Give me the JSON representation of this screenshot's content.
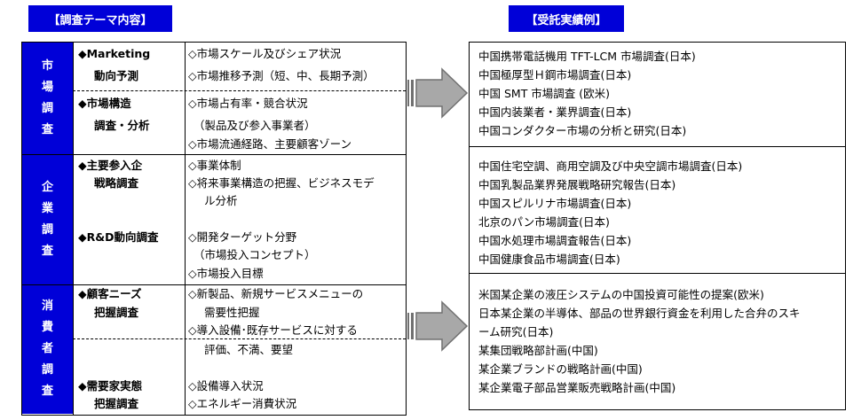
{
  "headers": {
    "left": "【調査テーマ内容】",
    "right": "【受託実績例】"
  },
  "categories": [
    {
      "chars": [
        "市",
        "場",
        "調",
        "査"
      ]
    },
    {
      "chars": [
        "企",
        "業",
        "調",
        "査"
      ]
    },
    {
      "chars": [
        "消",
        "費",
        "者",
        "調",
        "査"
      ]
    }
  ],
  "topics": [
    {
      "line1": "◆Marketing",
      "line2": "動向予測"
    },
    {
      "line1": "◆市場構造",
      "line2": "調査・分析"
    },
    {
      "line1": "◆主要参入企",
      "line2": "戦略調査"
    },
    {
      "line1": "◆R&D動向調査",
      "line2": ""
    },
    {
      "line1": "◆顧客ニーズ",
      "line2": "把握調査"
    },
    {
      "line1": "◆需要家実態",
      "line2": "把握調査"
    }
  ],
  "details": [
    "◇市場スケール及びシェア状況",
    "◇市場推移予測（短、中、長期予測）",
    "◇市場占有率・競合状況",
    "（製品及び参入事業者）",
    "◇市場流通経路、主要顧客ゾーン",
    "◇事業体制",
    "◇将来事業構造の把握、ビジネスモデ",
    "ル分析",
    "◇開発ターゲット分野",
    "（市場投入コンセプト）",
    "◇市場投入目標",
    "◇新製品、新規サービスメニューの",
    "需要性把握",
    "◇導入設備･既存サービスに対する",
    "評価、不満、要望",
    "◇設備導入状況",
    "◇エネルギー消費状況"
  ],
  "results": [
    [
      "中国携帯電話機用 TFT-LCM 市場調査(日本)",
      "中国極厚型Ｈ鋼市場調査(日本)",
      "中国 SMT 市場調査 (欧米)",
      "中国内装業者・業界調査(日本)",
      "中国コンダクター市場の分析と研究(日本)"
    ],
    [
      "中国住宅空調、商用空調及び中央空調市場調査(日本)",
      "中国乳製品業界発展戦略研究報告(日本)",
      "中国スピルリナ市場調査(日本)",
      "北京のパン市場調査(日本)",
      "中国水処理市場調査報告(日本)",
      "中国健康食品市場調査(日本)"
    ],
    [
      "米国某企業の液圧システムの中国投資可能性の提案(欧米)",
      "日本某企業の半導体、部品の世界銀行資金を利用した合弁のスキ",
      "ーム研究(日本)",
      "某集団戦略部計画(中国)",
      "某企業ブランドの戦略計画(中国)",
      "某企業電子部品営業販売戦略計画(中国)"
    ]
  ]
}
